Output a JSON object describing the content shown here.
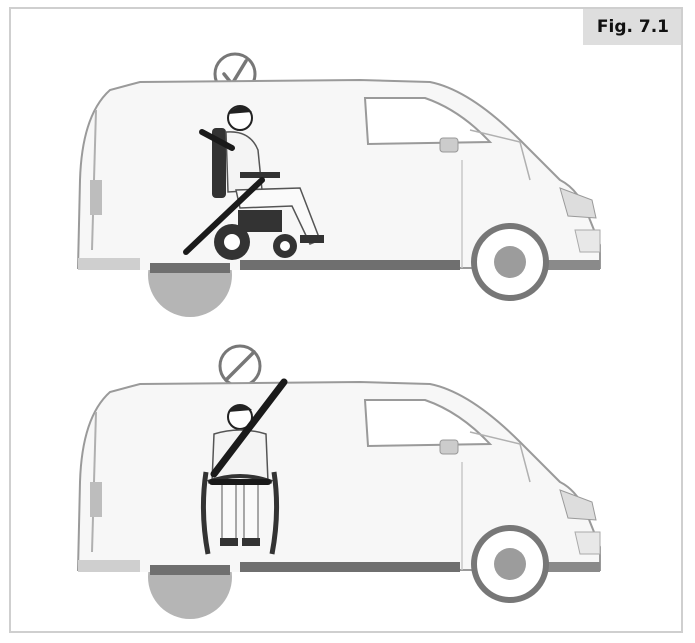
{
  "figure": {
    "label": "Fig. 7.1"
  },
  "scenes": [
    {
      "status": "correct",
      "status_icon": "check-circle-icon",
      "description_icon": "wheelchair-user-facing-forward-belted"
    },
    {
      "status": "prohibited",
      "status_icon": "prohibited-circle-icon",
      "description_icon": "wheelchair-user-facing-sideways-belted"
    }
  ],
  "colors": {
    "frame_border": "#cfcfcf",
    "label_bg": "#dedede",
    "van_outline": "#9a9a9a",
    "van_body": "#f7f7f7",
    "wheel": "#b5b5b5",
    "hub": "#9c9c9c",
    "belt": "#1a1a1a"
  }
}
